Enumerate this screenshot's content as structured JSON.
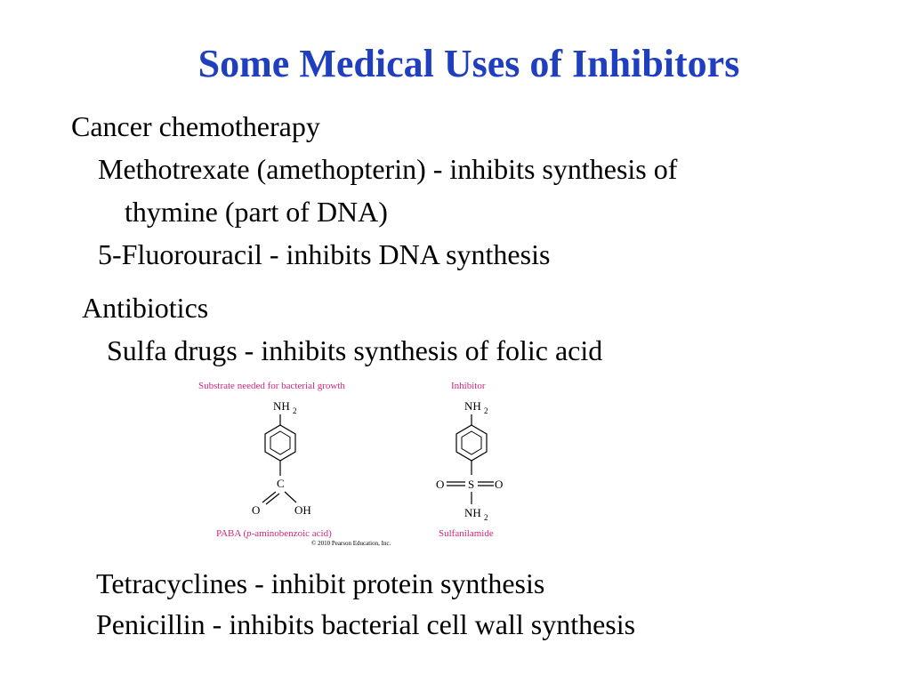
{
  "slide": {
    "title": "Some Medical Uses of Inhibitors",
    "title_color": "#1f3fbf",
    "sections": [
      {
        "heading": "Cancer chemotherapy",
        "items": [
          {
            "line1": "Methotrexate (amethopterin) - inhibits synthesis of",
            "line2": "thymine (part of DNA)"
          },
          {
            "line1": "5-Fluorouracil - inhibits DNA synthesis"
          }
        ]
      },
      {
        "heading": "Antibiotics",
        "items": [
          {
            "line1": "Sulfa drugs  - inhibits synthesis of folic acid"
          },
          {
            "line1": "Tetracyclines - inhibit protein synthesis"
          },
          {
            "line1": "Penicillin - inhibits bacterial cell wall synthesis"
          }
        ]
      }
    ]
  },
  "figure": {
    "accent_color": "#d6257a",
    "left_caption": "Substrate needed for bacterial growth",
    "right_caption": "Inhibitor",
    "left_top_group": "NH",
    "left_top_sub": "2",
    "left_carbon": "C",
    "left_oxygen": "O",
    "left_hydroxyl": "OH",
    "left_name_prefix": "PABA (",
    "left_name_italic": "p",
    "left_name_suffix": "-aminobenzoic acid)",
    "copyright": "© 2010 Pearson Education, Inc.",
    "right_top_group": "NH",
    "right_top_sub": "2",
    "right_o_left": "O",
    "right_sulfur": "S",
    "right_o_right": "O",
    "right_bottom_group": "NH",
    "right_bottom_sub": "2",
    "right_name": "Sulfanilamide"
  }
}
